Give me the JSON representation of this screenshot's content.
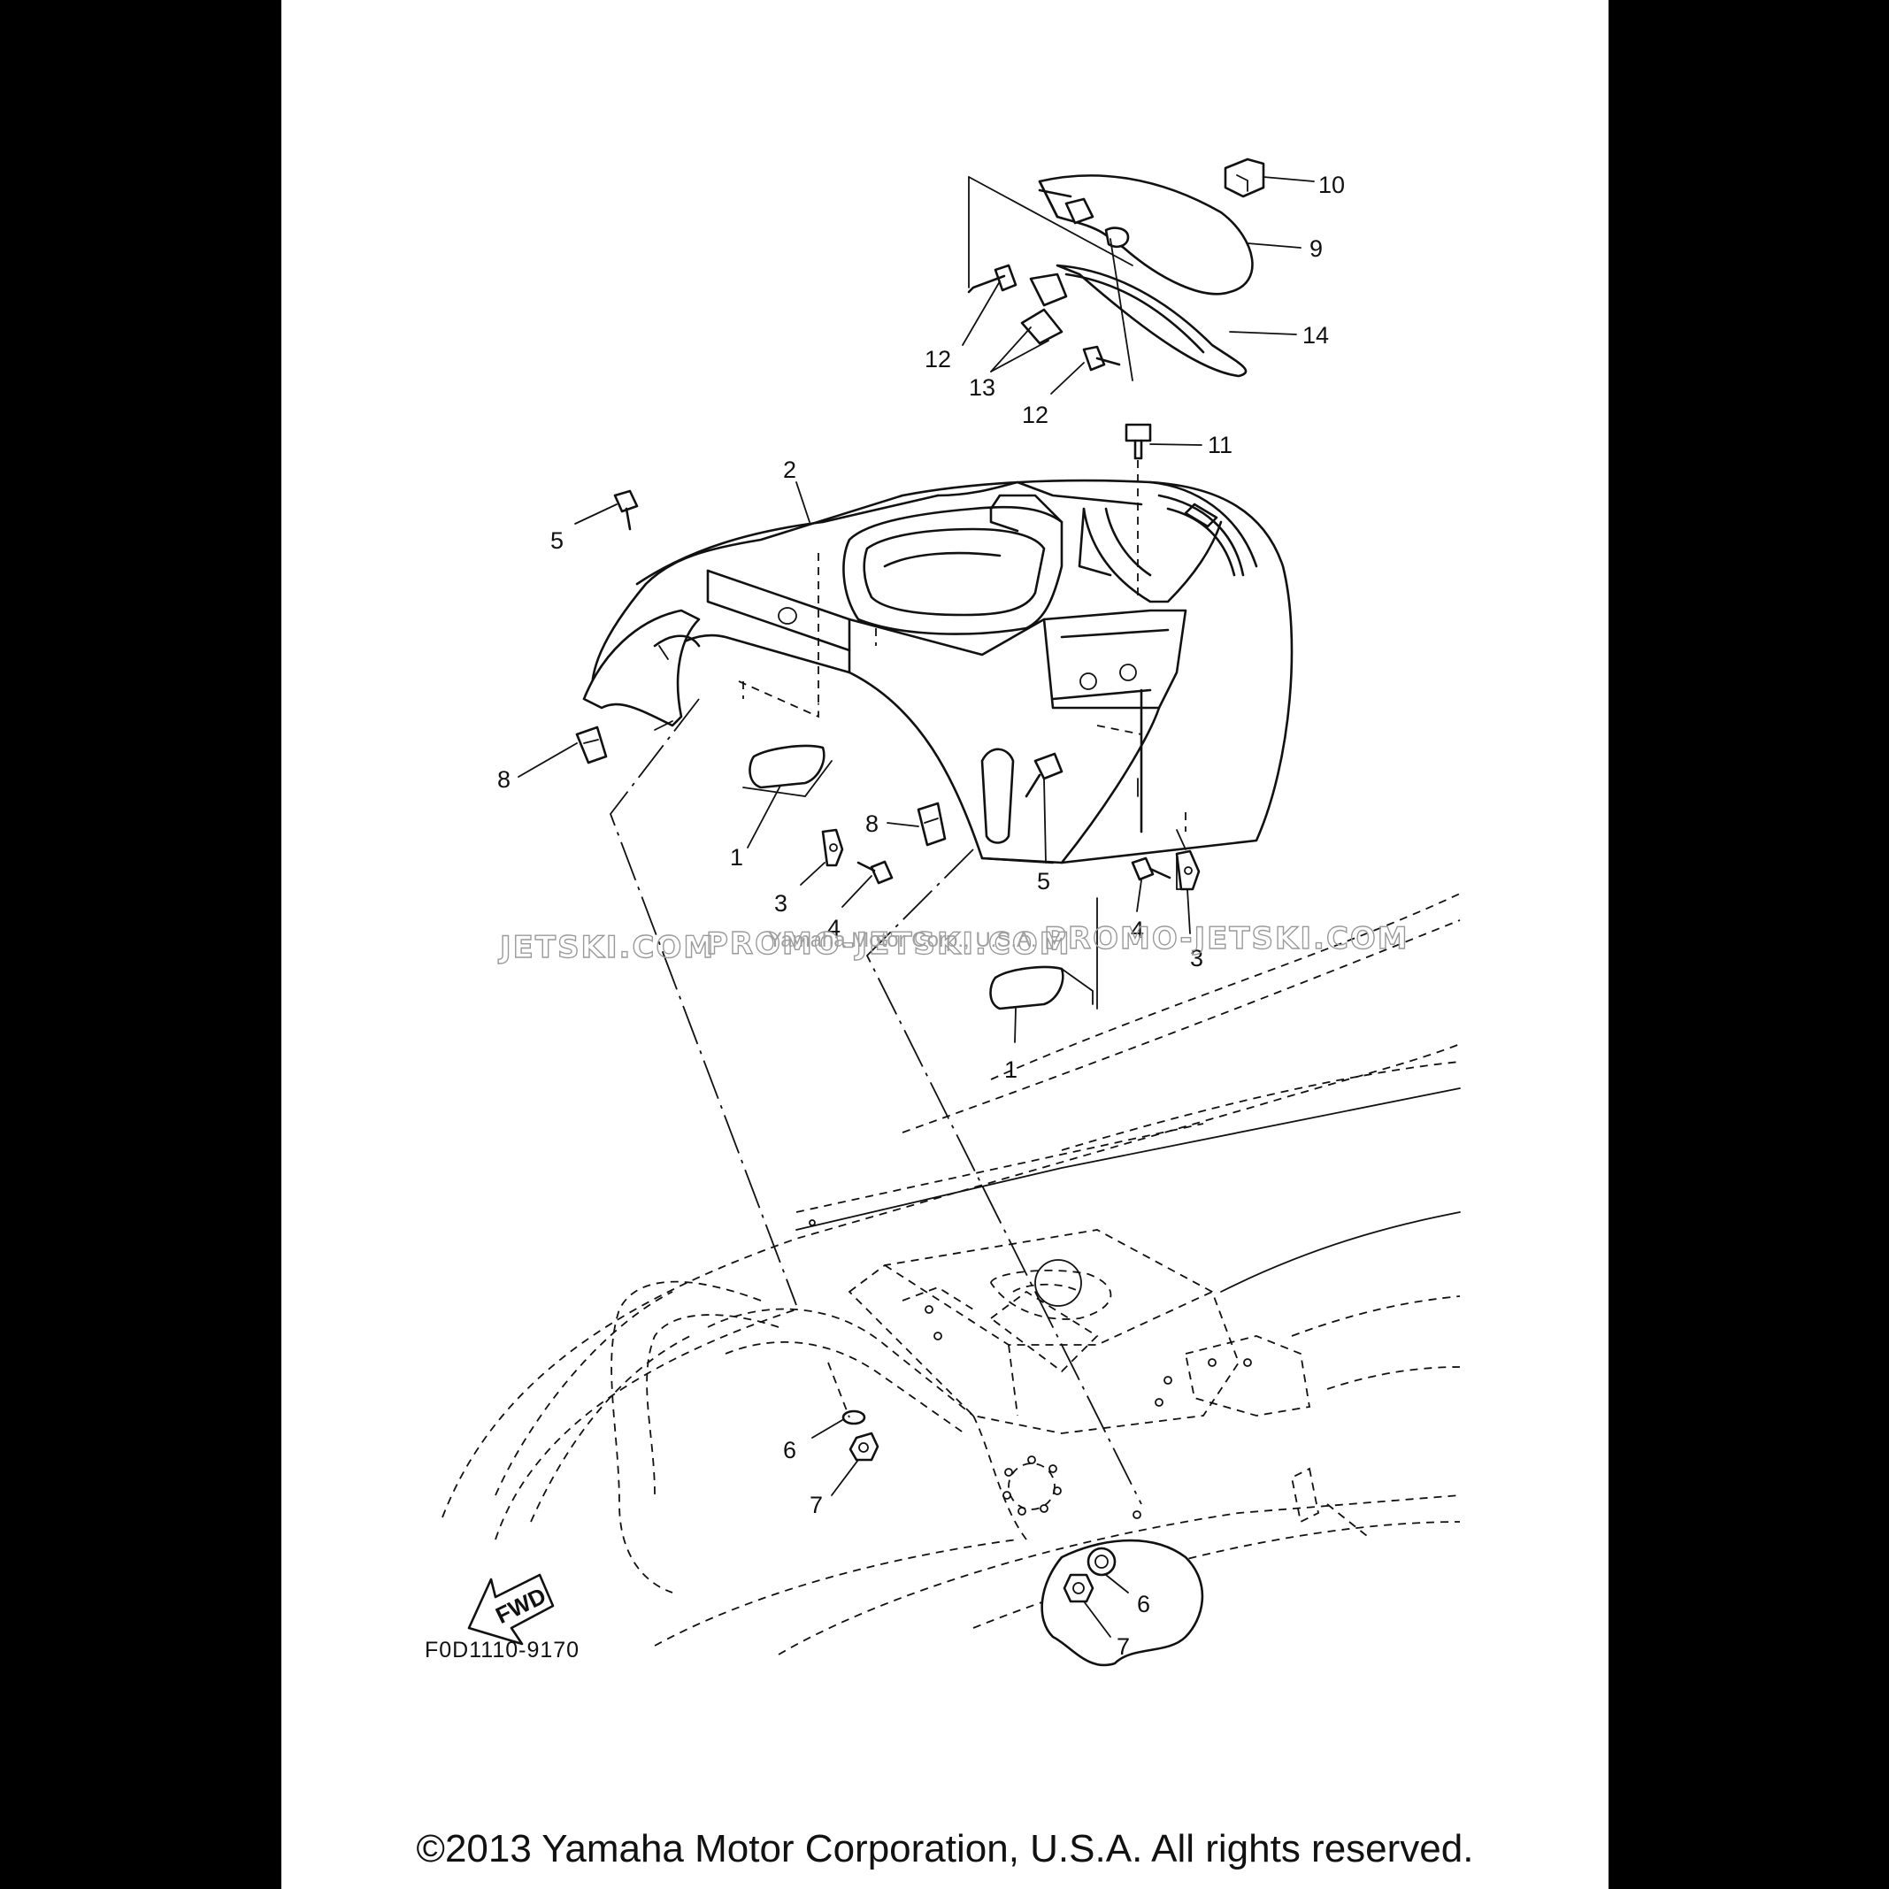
{
  "diagram": {
    "code": "F0D1110-9170",
    "fwd_label": "FWD",
    "copyright": "©2013 Yamaha Motor Corporation, U.S.A. All rights reserved.",
    "watermarks": [
      "JETSKI.COM",
      "PROMO-JETSKI.COM",
      "PROMO-JETSKI.COM",
      "Yamaha Motor Corp., U.S.A."
    ],
    "callouts": [
      "1",
      "1",
      "2",
      "3",
      "3",
      "4",
      "4",
      "5",
      "5",
      "6",
      "6",
      "7",
      "7",
      "8",
      "8",
      "9",
      "10",
      "11",
      "12",
      "12",
      "13",
      "14"
    ]
  }
}
